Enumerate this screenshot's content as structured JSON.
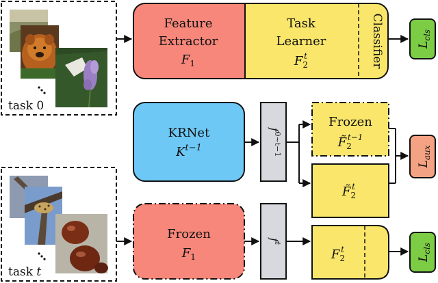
{
  "top": {
    "task_label": "task 0",
    "extractor_line1": "Feature",
    "extractor_line2": "Extractor",
    "extractor_symbol": "F",
    "extractor_sub": "1",
    "learner_line1": "Task",
    "learner_line2": "Learner",
    "learner_symbol": "F",
    "learner_sub": "2",
    "learner_sup": "t",
    "classifier_label": "Classifier",
    "loss_symbol": "L",
    "loss_sub": "cls"
  },
  "middle": {
    "krnet_label": "KRNet",
    "krnet_symbol": "K",
    "krnet_sup": "t−1",
    "feature_symbol": "f",
    "feature_sup": "0∼t−1",
    "frozen_label": "Frozen",
    "frozen_symbol": "F̃",
    "frozen_sub": "2",
    "frozen_sup": "t−1",
    "learner_symbol": "F̃",
    "learner_sub": "2",
    "learner_sup": "t",
    "loss_symbol": "L",
    "loss_sub": "aux"
  },
  "bottom": {
    "task_label": "task ",
    "task_index": "t",
    "frozen_label": "Frozen",
    "extractor_symbol": "F",
    "extractor_sub": "1",
    "feature_symbol": "f",
    "feature_sup": "t",
    "learner_symbol": "F",
    "learner_sub": "2",
    "learner_sup": "t",
    "loss_symbol": "L",
    "loss_sub": "cls"
  },
  "colors": {
    "extractor": "#f6877a",
    "learner": "#f9e66b",
    "loss_cls": "#7ccc45",
    "loss_aux": "#f3a283",
    "krnet": "#6ec8f5",
    "feature": "#d8d9de"
  }
}
